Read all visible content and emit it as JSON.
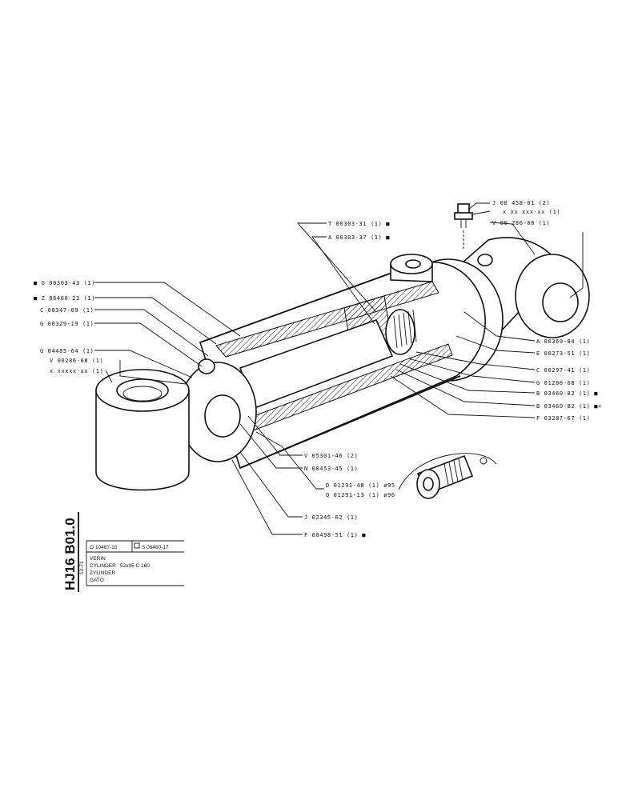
{
  "labels_right": [
    "J 00 458-01 (2)",
    "x xx xxx-xx (1)",
    "V 00 286-08 (1)",
    "T 00303-31 (1) ■",
    "A 00303-37 (1) ■",
    "A 00369-84 (1)",
    "E 00273-51 (1)",
    "C 00297-41 (1)",
    "G 01286-68 (1)",
    "B 03460-82 (1) ■",
    "B 03460-82 (1) ■+",
    "F 03287-67 (1)"
  ],
  "labels_left": [
    "■ G 00303-43 (1)",
    "■ Z 06460-23 (1)",
    "C 00347-09 (1)",
    "G 00329-19 (1)",
    "G 04485-64 (1)",
    "V 00286-08 (1)",
    "x xxxxx-xx (1)"
  ],
  "labels_bottom": [
    "V 05301-46 (2)",
    "N 00453-45 (1)",
    "D 01291-48 (1) ø95",
    "Q 01291-13 (1) ø96",
    "J 02345-62 (1)",
    "F 00498-51 (1) ■"
  ],
  "title_block": {
    "drawing_code": "HJ16 B01.0",
    "date": "12-71",
    "ref_main": "O 10467-10",
    "ref_alt": "S 06460-17",
    "name_fr": "VERIN",
    "name_en": "CYLINDER",
    "spec": "52x95 C 160",
    "name_de": "ZYLINDER",
    "name_es": "GATO"
  }
}
